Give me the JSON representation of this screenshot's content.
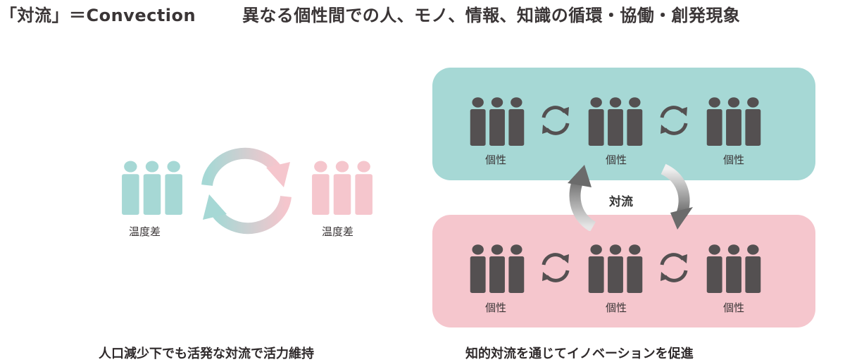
{
  "header": {
    "title": "「対流」＝Convection",
    "subtitle": "異なる個性間での人、モノ、情報、知識の循環・協働・創発現象"
  },
  "left": {
    "group_label_left": "温度差",
    "group_label_right": "温度差",
    "caption": "人口減少下でも活発な対流で活力維持",
    "colors": {
      "left_group": "#a6d8d5",
      "right_group": "#f5c6cd"
    }
  },
  "right": {
    "top_labels": [
      "個性",
      "個性",
      "個性"
    ],
    "bottom_labels": [
      "個性",
      "個性",
      "個性"
    ],
    "center_label": "対流",
    "caption": "知的対流を通じてイノベーションを促進",
    "colors": {
      "top_box": "#a6d8d5",
      "bottom_box": "#f5c6cd",
      "people": "#545051"
    }
  },
  "icons": {
    "people_group": "people-group-icon",
    "cycle": "cycle-arrows-icon",
    "curved_arrow": "curved-arrow-icon"
  }
}
